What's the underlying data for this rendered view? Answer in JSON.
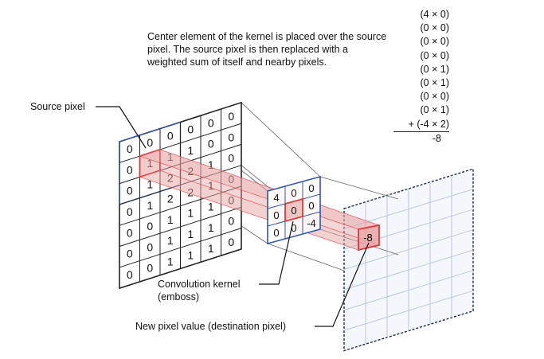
{
  "description": "Center element of the kernel is placed over the source pixel. The source pixel is then replaced with a weighted sum of itself and nearby pixels.",
  "labels": {
    "source_pixel": "Source pixel",
    "kernel_line1": "Convolution kernel",
    "kernel_line2": "(emboss)",
    "destination": "New pixel value (destination pixel)"
  },
  "sum_terms": [
    "(4 × 0)",
    "(0 × 0)",
    "(0 × 0)",
    "(0 × 0)",
    "(0 × 1)",
    "(0 × 1)",
    "(0 × 0)",
    "(0 × 1)",
    "+ (-4 × 2)"
  ],
  "sum_result": "-8",
  "source_grid": [
    [
      "0",
      "0",
      "0",
      "0",
      "0",
      "0"
    ],
    [
      "0",
      "1",
      "1",
      "1",
      "0",
      "0"
    ],
    [
      "0",
      "1",
      "2",
      "2",
      "1",
      "0"
    ],
    [
      "0",
      "1",
      "2",
      "2",
      "1",
      "0"
    ],
    [
      "0",
      "0",
      "1",
      "1",
      "1",
      "0"
    ],
    [
      "0",
      "0",
      "1",
      "1",
      "1",
      "0"
    ],
    [
      "0",
      "0",
      "1",
      "1",
      "1",
      "0"
    ]
  ],
  "kernel_grid": [
    [
      "4",
      "0",
      "0"
    ],
    [
      "0",
      "0",
      "0"
    ],
    [
      "0",
      "0",
      "-4"
    ]
  ],
  "destination_value": "-8",
  "colors": {
    "highlight": "#e8a3a3",
    "highlight_edge": "#d93a3a",
    "kernel_edge": "#3355aa",
    "grid": "#222222"
  }
}
